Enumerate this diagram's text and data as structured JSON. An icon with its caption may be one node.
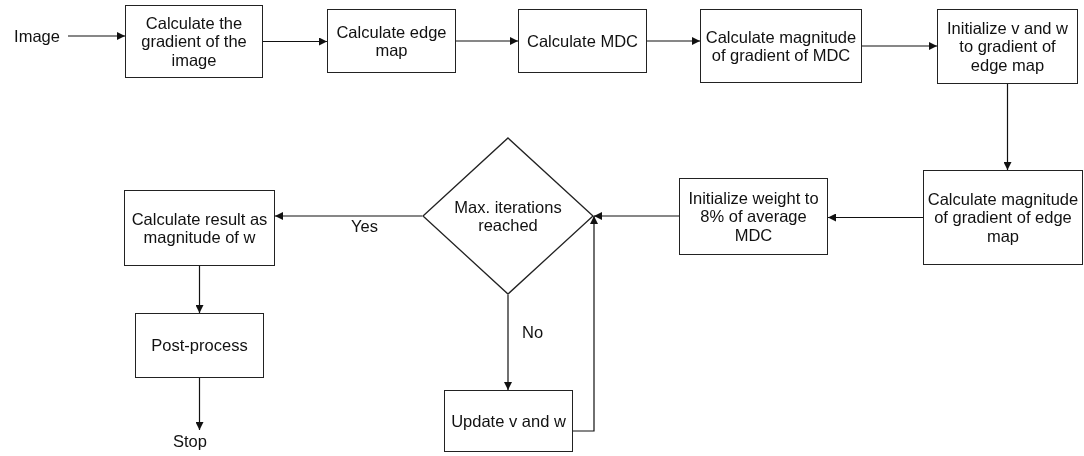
{
  "diagram": {
    "nodes": [
      {
        "text": [
          "Image"
        ]
      },
      {
        "text": [
          "Calculate the gradient of the image"
        ]
      },
      {
        "text": [
          "Calculate edge map"
        ]
      },
      {
        "text": [
          "Calculate MDC"
        ]
      },
      {
        "text": [
          "Calculate magnitude of gradient of MDC"
        ]
      },
      {
        "text": [
          "Initialize v and w to gradient of edge map"
        ]
      },
      {
        "text": [
          "Calculate magnitude of gradient of edge map"
        ]
      },
      {
        "text": [
          "Initialize weight to 8% of average MDC"
        ]
      },
      {
        "text": [
          "Max. iterations reached"
        ]
      },
      {
        "text": [
          "Calculate result as magnitude of w"
        ]
      },
      {
        "text": [
          "Post-process"
        ]
      },
      {
        "text": [
          "Stop"
        ]
      },
      {
        "text": [
          "Update v and w"
        ]
      }
    ],
    "edges": [
      {
        "from": 0,
        "to": 1,
        "arrow": "to"
      },
      {
        "from": 1,
        "to": 2,
        "arrow": "to"
      },
      {
        "from": 2,
        "to": 3,
        "arrow": "to"
      },
      {
        "from": 3,
        "to": 4,
        "arrow": "to"
      },
      {
        "from": 4,
        "to": 5,
        "arrow": "to"
      },
      {
        "from": 5,
        "to": 6,
        "arrow": "to"
      },
      {
        "from": 6,
        "to": 7,
        "arrow": "to"
      },
      {
        "from": 7,
        "to": 8,
        "arrow": "to"
      },
      {
        "from": 8,
        "to": 9,
        "label": "Yes",
        "arrow": "to"
      },
      {
        "from": 9,
        "to": 10,
        "arrow": "to"
      },
      {
        "from": 10,
        "to": 11,
        "arrow": "to"
      },
      {
        "from": 8,
        "to": 12,
        "label": "No",
        "arrow": "to"
      },
      {
        "from": 12,
        "to": 8,
        "arrow": "to"
      }
    ]
  }
}
